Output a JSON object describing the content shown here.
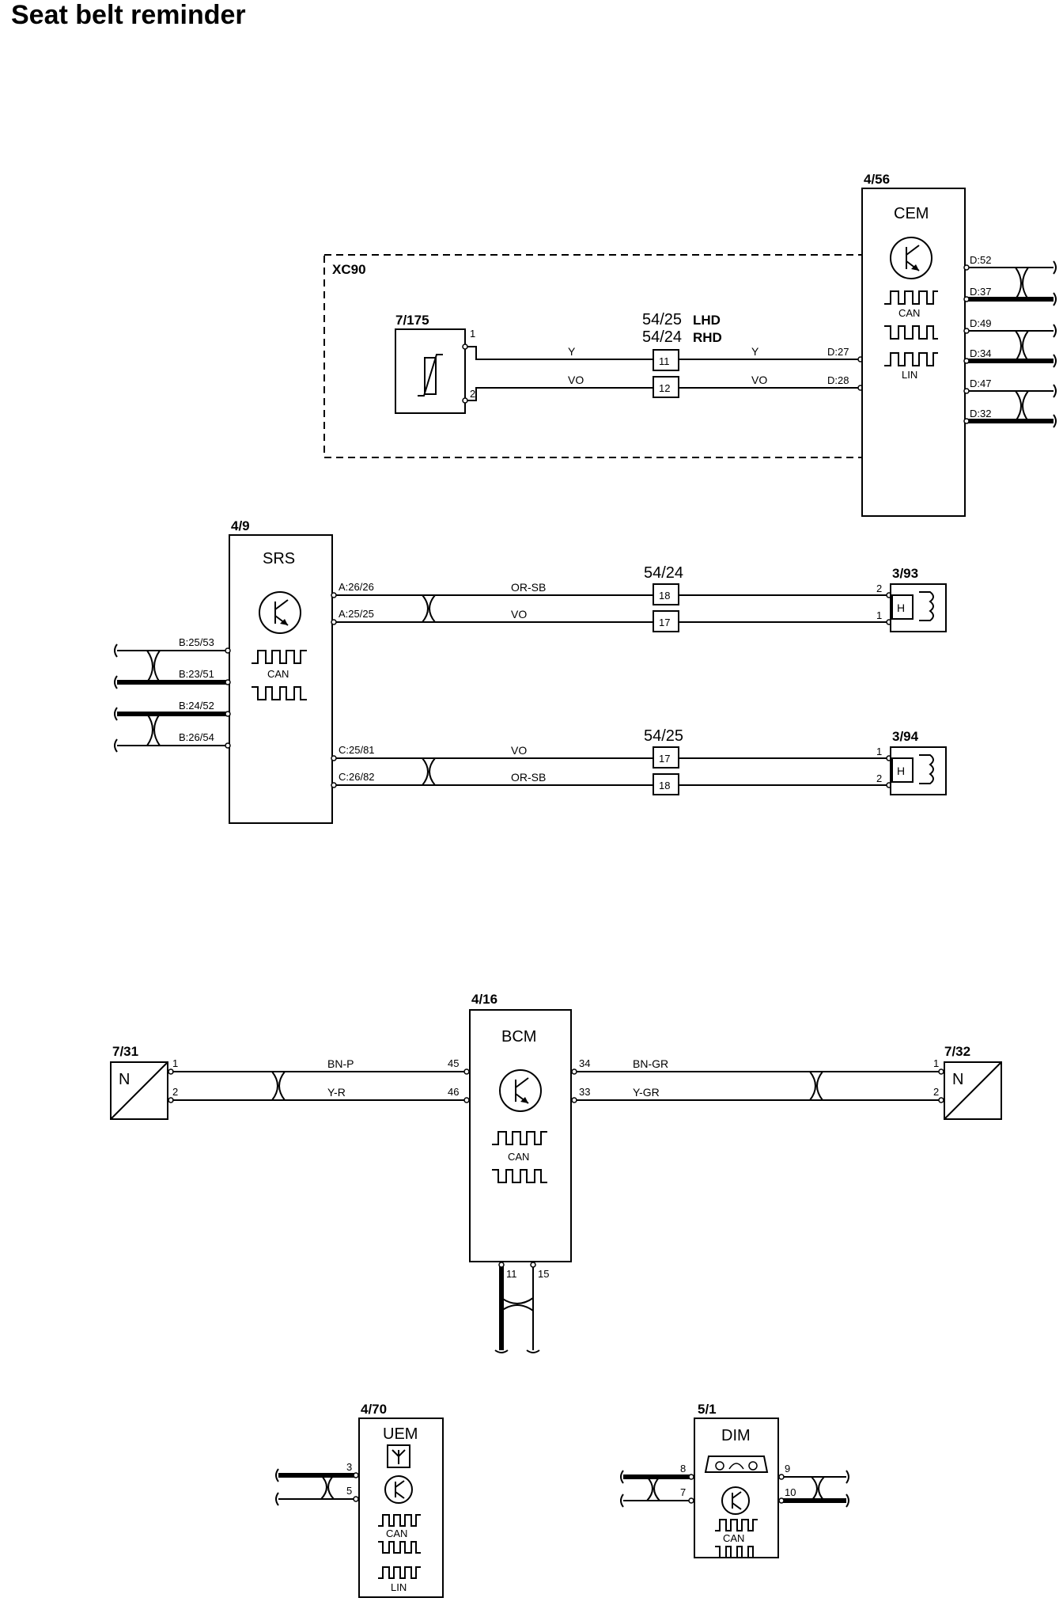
{
  "title": "Seat belt reminder",
  "variant_label": "XC90",
  "components": {
    "cem": {
      "id": "4/56",
      "name": "CEM",
      "bus1": "CAN",
      "bus2": "LIN",
      "pins": [
        "D:52",
        "D:37",
        "D:49",
        "D:34",
        "D:47",
        "D:32"
      ],
      "in_pins": [
        "D:27",
        "D:28"
      ]
    },
    "sensor_7175": {
      "id": "7/175",
      "pins": [
        "1",
        "2"
      ]
    },
    "connector_top": {
      "id_lhd": "54/25",
      "lhd": "LHD",
      "id_rhd": "54/24",
      "rhd": "RHD",
      "pins": [
        "11",
        "12"
      ]
    },
    "srs": {
      "id": "4/9",
      "name": "SRS",
      "bus": "CAN",
      "left_pins": [
        "B:25/53",
        "B:23/51",
        "B:24/52",
        "B:26/54"
      ],
      "right_pins_a": [
        "A:26/26",
        "A:25/25"
      ],
      "right_pins_c": [
        "C:25/81",
        "C:26/82"
      ]
    },
    "connector_a": {
      "id": "54/24",
      "pins": [
        "18",
        "17"
      ]
    },
    "connector_c": {
      "id": "54/25",
      "pins": [
        "17",
        "18"
      ]
    },
    "heater_393": {
      "id": "3/93",
      "pins": [
        "2",
        "1"
      ],
      "symbol": "H"
    },
    "heater_394": {
      "id": "3/94",
      "pins": [
        "1",
        "2"
      ],
      "symbol": "H"
    },
    "bcm": {
      "id": "4/16",
      "name": "BCM",
      "bus": "CAN",
      "left_pins": [
        "45",
        "46"
      ],
      "right_pins": [
        "34",
        "33"
      ],
      "bottom_pins": [
        "11",
        "15"
      ]
    },
    "sensor_731": {
      "id": "7/31",
      "symbol": "N",
      "pins": [
        "1",
        "2"
      ]
    },
    "sensor_732": {
      "id": "7/32",
      "symbol": "N",
      "pins": [
        "1",
        "2"
      ]
    },
    "uem": {
      "id": "4/70",
      "name": "UEM",
      "bus1": "CAN",
      "bus2": "LIN",
      "pins": [
        "3",
        "5"
      ]
    },
    "dim": {
      "id": "5/1",
      "name": "DIM",
      "bus": "CAN",
      "left_pins": [
        "8",
        "7"
      ],
      "right_pins": [
        "9",
        "10"
      ]
    }
  },
  "wires": {
    "top_y": "Y",
    "top_vo": "VO",
    "a_orsb": "OR-SB",
    "a_vo": "VO",
    "c_vo": "VO",
    "c_orsb": "OR-SB",
    "bcm_bnp": "BN-P",
    "bcm_yr": "Y-R",
    "bcm_bngr": "BN-GR",
    "bcm_ygr": "Y-GR"
  }
}
